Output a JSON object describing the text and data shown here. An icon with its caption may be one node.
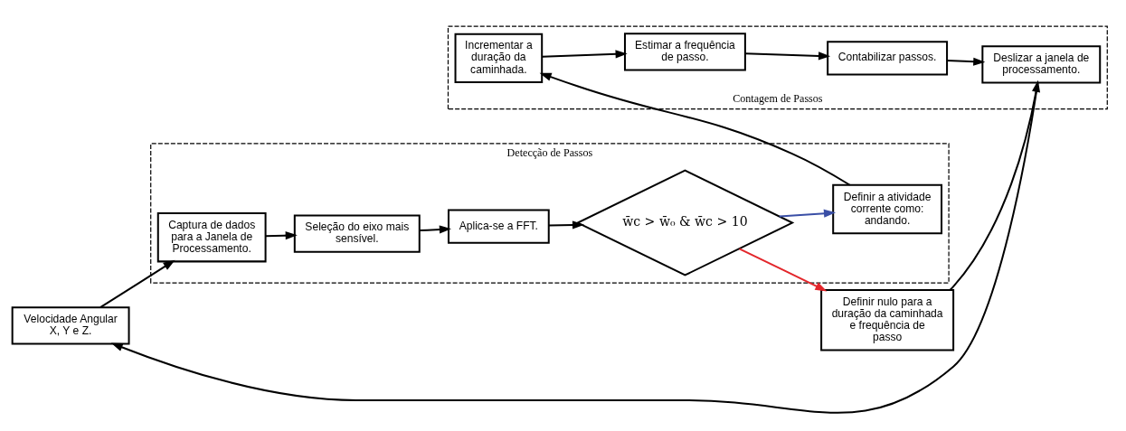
{
  "diagram": {
    "nodes": [
      {
        "text": [
          "Detecção de Passos"
        ]
      },
      {
        "text": [
          "Velocidade Angular X, Y e Z."
        ]
      },
      {
        "text": [
          "Captura de dados para a Janela de Processamento."
        ],
        "in": 0
      },
      {
        "text": [
          "Seleção do eixo mais sensível."
        ],
        "in": 0
      },
      {
        "text": [
          "Aplica-se a FFT."
        ],
        "in": 0
      },
      {
        "text": [
          "w̄c > w̄₀ & w̄c > 10"
        ],
        "in": 0
      },
      {
        "text": [
          "Definir a atividade corrente como: andando."
        ],
        "in": 0
      },
      {
        "text": [
          "Definir nulo para a duração da caminhada e frequência de passo"
        ]
      },
      {
        "text": [
          "Contagem de Passos"
        ]
      },
      {
        "text": [
          "Deslizar a janela de processamento."
        ],
        "in": 8
      },
      {
        "text": [
          "Contabilizar passos."
        ],
        "in": 8
      },
      {
        "text": [
          "Estimar a frequência de passo."
        ],
        "in": 8
      },
      {
        "text": [
          "Incrementar a duração da caminhada."
        ],
        "in": 8
      }
    ],
    "edges": [
      {
        "from": 1,
        "to": 2,
        "arrow": "to"
      },
      {
        "from": 2,
        "to": 3,
        "arrow": "to"
      },
      {
        "from": 3,
        "to": 4,
        "arrow": "to"
      },
      {
        "from": 4,
        "to": 5,
        "arrow": "to"
      },
      {
        "from": 5,
        "to": 6,
        "arrow": "to",
        "color": "#3a4fa6"
      },
      {
        "from": 5,
        "to": 7,
        "arrow": "to",
        "color": "#e3262b"
      },
      {
        "from": 6,
        "to": 12,
        "arrow": "to"
      },
      {
        "from": 12,
        "to": 11,
        "arrow": "to"
      },
      {
        "from": 11,
        "to": 10,
        "arrow": "to"
      },
      {
        "from": 10,
        "to": 9,
        "arrow": "to"
      },
      {
        "from": 7,
        "to": 9,
        "arrow": "to"
      },
      {
        "from": 9,
        "to": 1,
        "arrow": "to"
      }
    ]
  }
}
